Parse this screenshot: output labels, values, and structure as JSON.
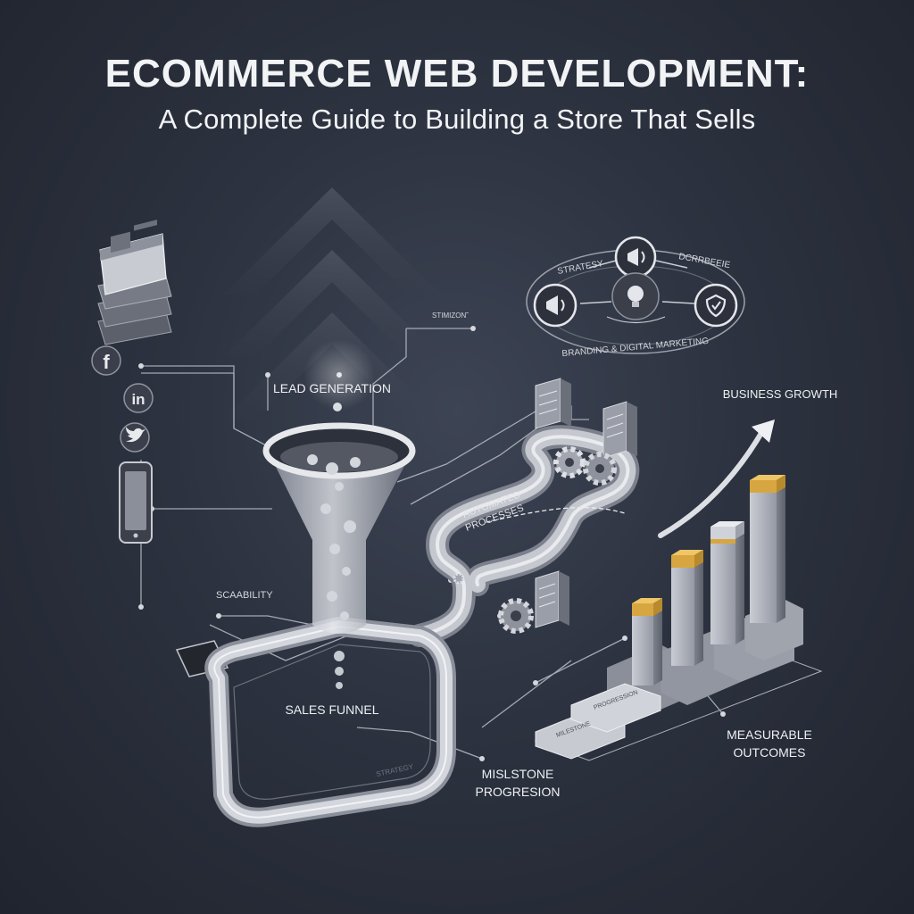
{
  "header": {
    "title": "ECOMMERCE WEB DEVELOPMENT:",
    "subtitle": "A Complete Guide to Building a Store That Sells"
  },
  "labels": {
    "lead_generation": "LEAD GENERATION",
    "stimizon": "STIMIZON˜",
    "automated_processes_1": "AUTOMATED",
    "automated_processes_2": "PROCESSES",
    "scalability": "SCAABILITY",
    "sales_funnel": "SALES FUNNEL",
    "strategy_track": "STRATEGY",
    "business_growth": "BUSINESS GROWTH",
    "measurable_1": "MEASURABLE",
    "measurable_2": "OUTCOMES",
    "milestone_1": "MISLSTONE",
    "milestone_2": "PROGRESION",
    "step_1": "MILESTONE",
    "step_2": "PROGRESSION"
  },
  "cycle": {
    "left": "STRATESY",
    "right": "DCRRBEEIE",
    "bottom": "BRANDING & DIGITAL MARKETING"
  },
  "social_icons": [
    "facebook-icon",
    "linkedin-icon",
    "twitter-icon"
  ],
  "colors": {
    "background": "#2c323f",
    "accent_gold": "#d8a640",
    "text": "#f2f3f5",
    "bar_gray": "#a9adb7"
  }
}
